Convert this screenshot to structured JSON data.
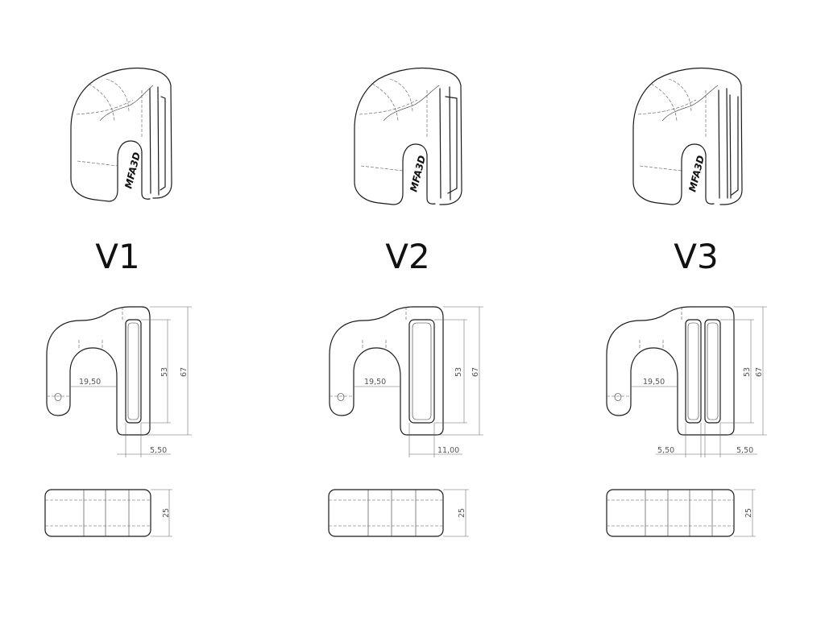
{
  "variants": [
    {
      "label": "V1",
      "logo": "MFA3D",
      "dims": {
        "inner_width": "19,50",
        "slot_height": "53",
        "overall_height": "67",
        "slot_width": "5,50",
        "thickness": "25"
      }
    },
    {
      "label": "V2",
      "logo": "MFA3D",
      "dims": {
        "inner_width": "19,50",
        "slot_height": "53",
        "overall_height": "67",
        "slot_width": "11,00",
        "thickness": "25"
      }
    },
    {
      "label": "V3",
      "logo": "MFA3D",
      "dims": {
        "inner_width": "19,50",
        "slot_height": "53",
        "overall_height": "67",
        "slot_width_left": "5,50",
        "slot_width_right": "5,50",
        "thickness": "25"
      }
    }
  ]
}
